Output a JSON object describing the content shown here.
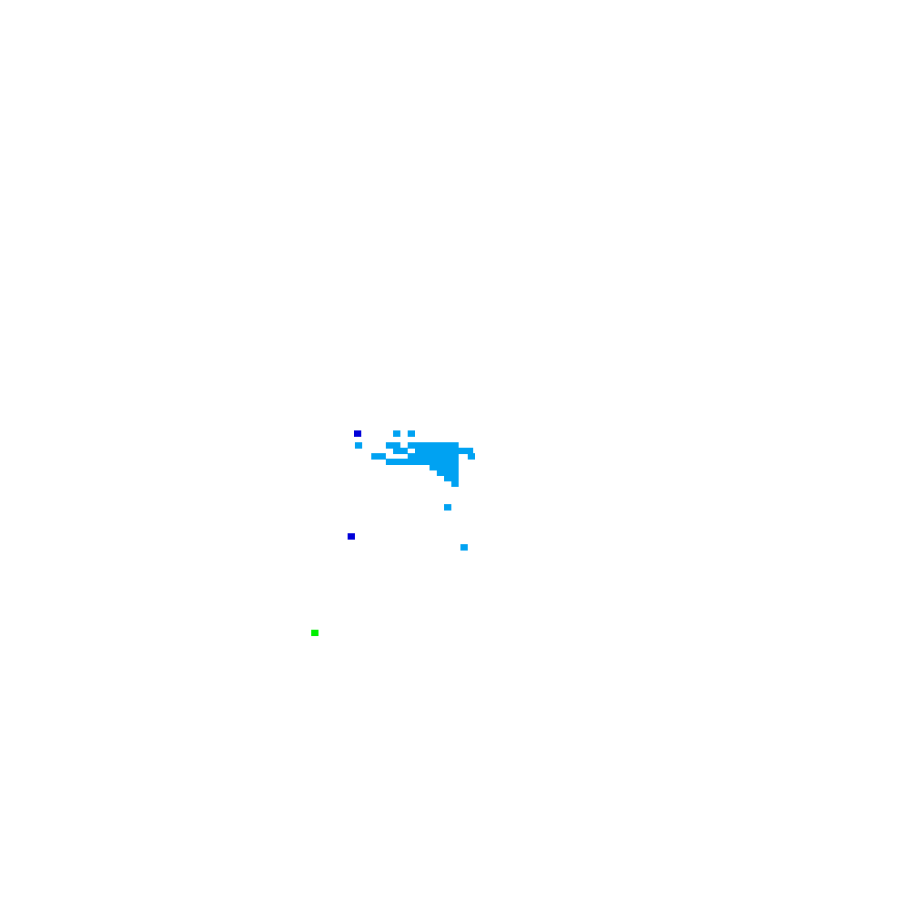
{
  "legend_colors": {
    "light": "#00A2F2",
    "dark": "#0000D9",
    "green": "#00F000"
  },
  "cell_layers": [
    {
      "name": "light-blue",
      "color": "#00A2F2"
    },
    {
      "name": "dark-blue",
      "color": "#0000D9"
    },
    {
      "name": "green",
      "color": "#00F000"
    }
  ]
}
